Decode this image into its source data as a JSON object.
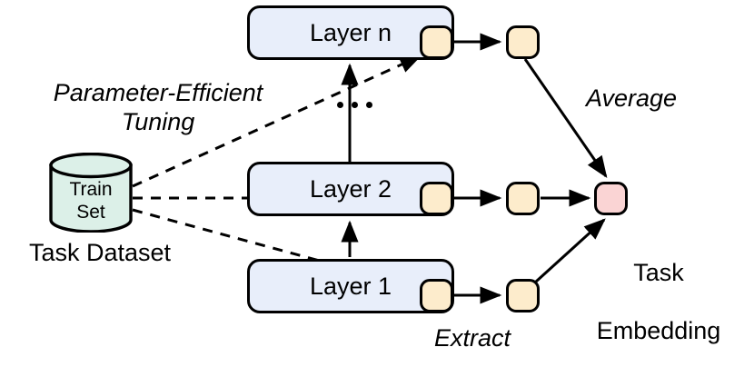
{
  "figure": {
    "type": "diagram",
    "description": "Parameter-efficient tuning pipeline producing a task embedding",
    "background_color": "#ffffff",
    "stroke_color": "#000000"
  },
  "palette": {
    "layer_fill": "#e8eefa",
    "adapter_fill": "#fdeccc",
    "embedding_fill": "#fad4d4",
    "dataset_fill": "#dcf0e8",
    "stroke": "#000000"
  },
  "dataset": {
    "label_line1": "Train",
    "label_line2": "Set",
    "caption": "Task Dataset"
  },
  "layers": [
    {
      "id": "layer-n",
      "label": "Layer n"
    },
    {
      "id": "layer-2",
      "label": "Layer 2"
    },
    {
      "id": "layer-1",
      "label": "Layer 1"
    }
  ],
  "ellipsis": "...",
  "adapters": [
    {
      "id": "adapter-n-in",
      "row": "layer-n"
    },
    {
      "id": "adapter-n-out",
      "row": "layer-n"
    },
    {
      "id": "adapter-2-in",
      "row": "layer-2"
    },
    {
      "id": "adapter-2-out",
      "row": "layer-2"
    },
    {
      "id": "adapter-1-in",
      "row": "layer-1"
    },
    {
      "id": "adapter-1-out",
      "row": "layer-1"
    }
  ],
  "embedding": {
    "caption_line1": "Task",
    "caption_line2": "Embedding"
  },
  "annotations": {
    "tuning": "Parameter-Efficient\nTuning",
    "average": "Average",
    "extract": "Extract"
  }
}
